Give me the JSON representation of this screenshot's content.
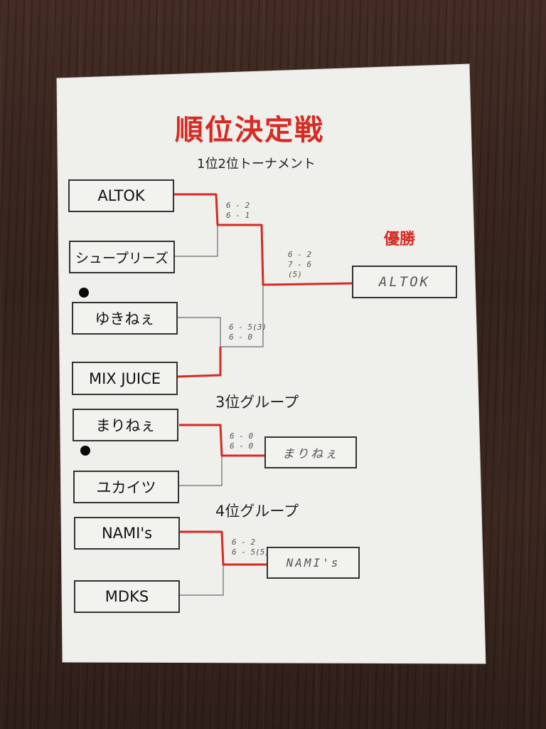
{
  "title": "順位決定戦",
  "subtitle": "1位2位トーナメント",
  "champion_label": "優勝",
  "group3_label": "3位グループ",
  "group4_label": "4位グループ",
  "main_bracket": {
    "teams": [
      "ALTOK",
      "シュープリーズ",
      "ゆきねぇ",
      "MIX JUICE"
    ],
    "semi1_score": "6 - 2\n6 - 1",
    "semi2_score": "6 - 5(3)\n6 - 0",
    "final_score": "6 - 2\n7 - 6\n(5)",
    "winner": "ALTOK"
  },
  "group3": {
    "teams": [
      "まりねぇ",
      "ユカイツ"
    ],
    "score": "6 - 0\n6 - 0",
    "winner": "まりねぇ"
  },
  "group4": {
    "teams": [
      "NAMI's",
      "MDKS"
    ],
    "score": "6 - 2\n6 - 5(5)",
    "winner": "NAMI's"
  },
  "colors": {
    "accent_red": "#d62a22",
    "paper": "#efefec",
    "line_gray": "#6a6a6a"
  }
}
